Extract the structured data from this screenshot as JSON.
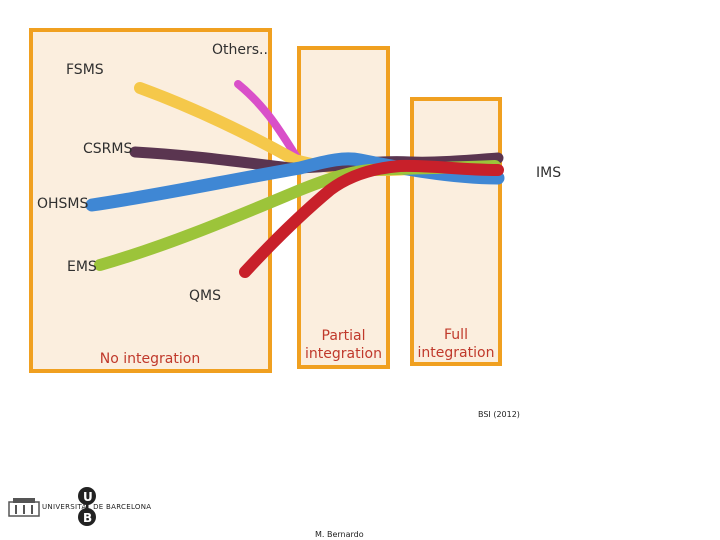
{
  "stages": {
    "none": "No integration",
    "partial": "Partial integration",
    "full": "Full integration"
  },
  "systems": {
    "others": "Others..",
    "fsms": "FSMS",
    "csrms": "CSRMS",
    "ohsms": "OHSMS",
    "ems": "EMS",
    "qms": "QMS",
    "ims": "IMS"
  },
  "colors": {
    "box_border": "#f0a020",
    "box_fill": "#fbeede",
    "stage_text": "#c0392b",
    "others": "#d94fc9",
    "fsms": "#f5c84a",
    "csrms": "#5a3550",
    "ohsms": "#3f87d4",
    "ems": "#9cc43a",
    "qms": "#c8202a"
  },
  "source": "BSI (2012)",
  "author": "M. Bernardo",
  "university": {
    "name": "UNIVERSITAT DE BARCELONA",
    "letters": [
      "U",
      "B"
    ]
  }
}
